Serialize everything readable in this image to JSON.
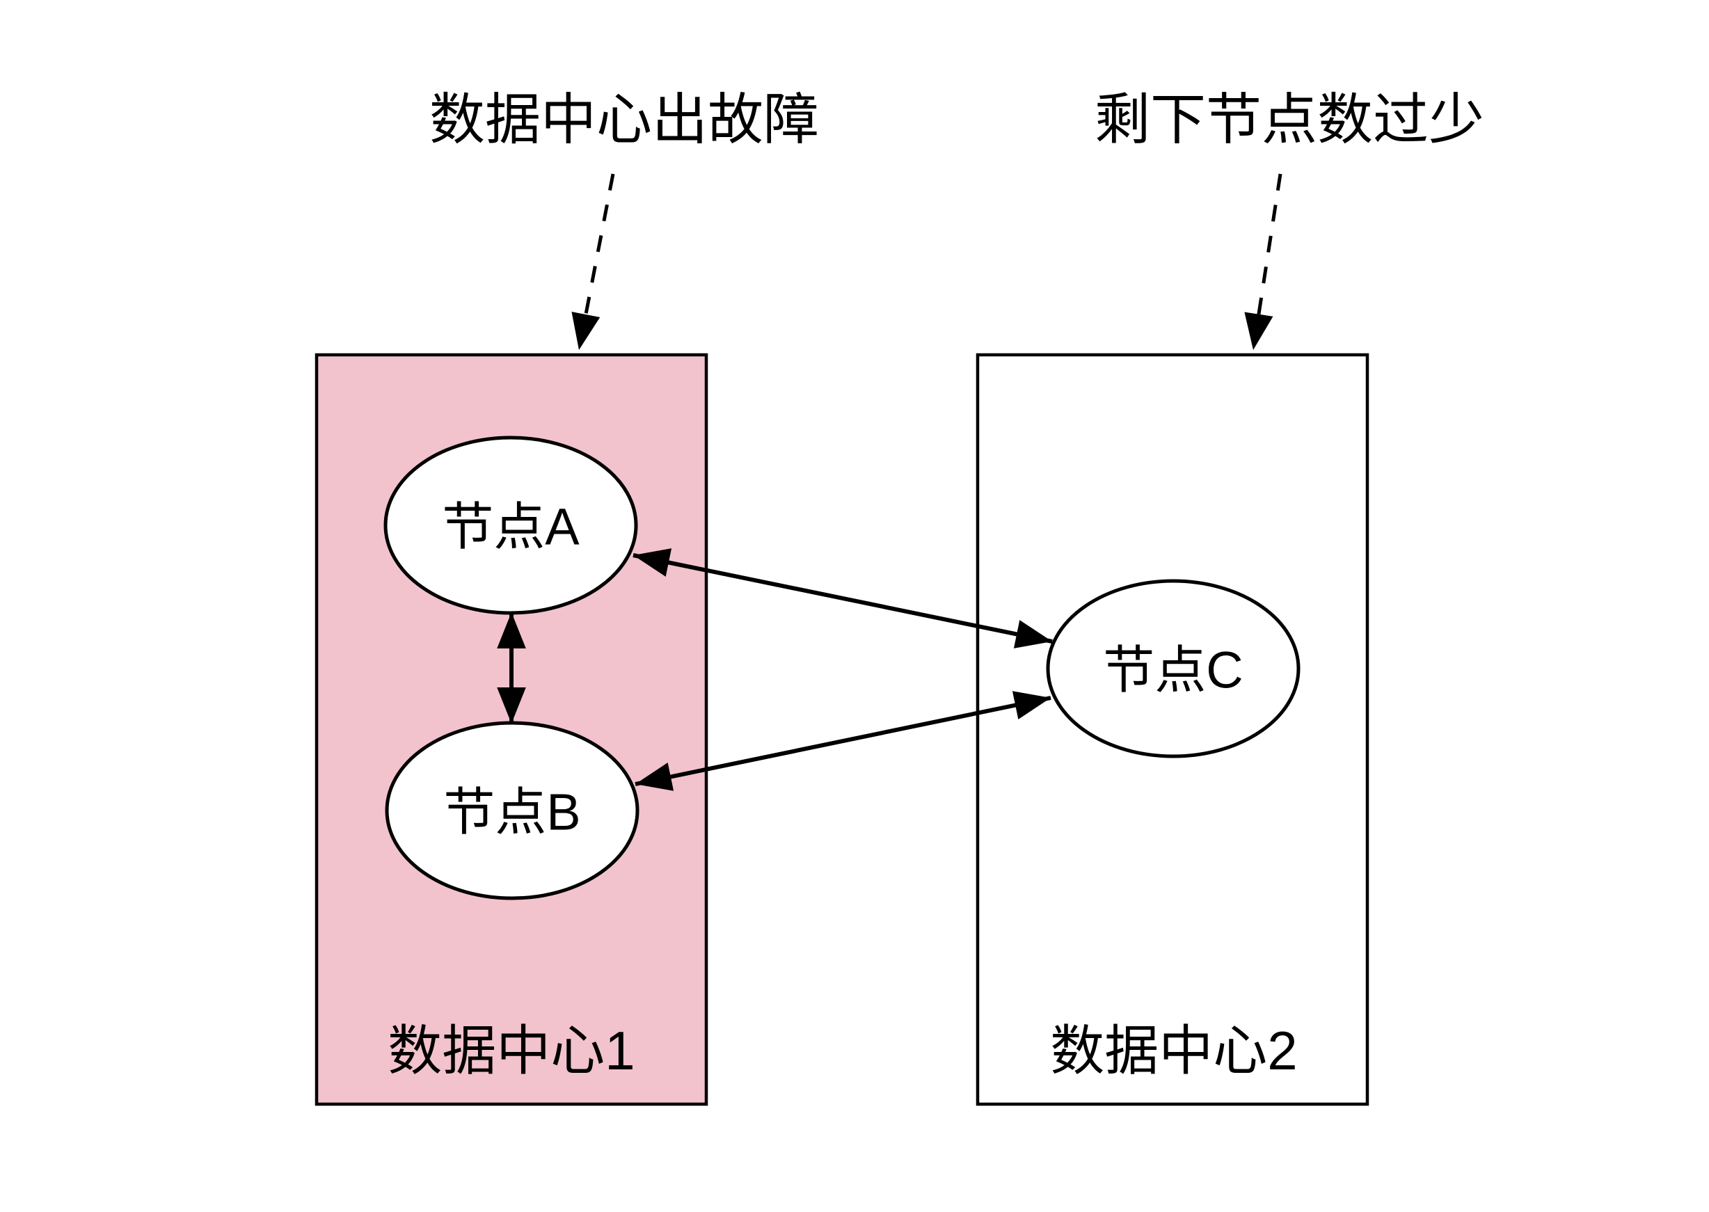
{
  "colors": {
    "background": "#ffffff",
    "line": "#000000",
    "text": "#000000",
    "datacenter1_fill": "#f2c3cd",
    "datacenter2_fill": "#ffffff",
    "node_fill": "#ffffff"
  },
  "annotations": {
    "left": {
      "text": "数据中心出故障"
    },
    "right": {
      "text": "剩下节点数过少"
    }
  },
  "dc1": {
    "label": "数据中心1",
    "fill": "#f2c3cd",
    "highlighted": "true"
  },
  "dc2": {
    "label": "数据中心2",
    "fill": "#ffffff",
    "highlighted": "false"
  },
  "node_a": {
    "label": "节点A"
  },
  "node_b": {
    "label": "节点B"
  },
  "node_c": {
    "label": "节点C"
  },
  "edges": [
    {
      "from": "节点A",
      "to": "节点B",
      "type": "bidirectional-solid"
    },
    {
      "from": "节点A",
      "to": "节点C",
      "type": "bidirectional-solid"
    },
    {
      "from": "节点B",
      "to": "节点C",
      "type": "bidirectional-solid"
    },
    {
      "from": "数据中心出故障",
      "to": "数据中心1",
      "type": "dashed-annotation-arrow"
    },
    {
      "from": "剩下节点数过少",
      "to": "数据中心2",
      "type": "dashed-annotation-arrow"
    }
  ]
}
